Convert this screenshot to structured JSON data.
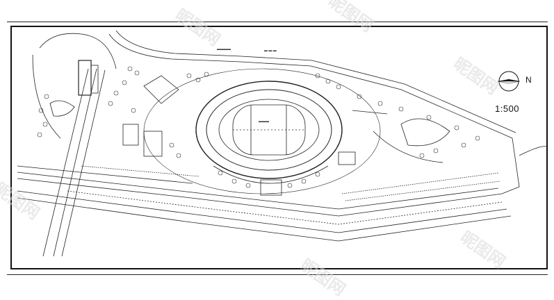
{
  "plan": {
    "north_label": "N",
    "scale": "1:500",
    "label_top_a": "▬▬▬▬",
    "label_top_b": "▬ ▬ ▬",
    "field_label": "▬▬▬"
  },
  "watermark": "昵图网"
}
